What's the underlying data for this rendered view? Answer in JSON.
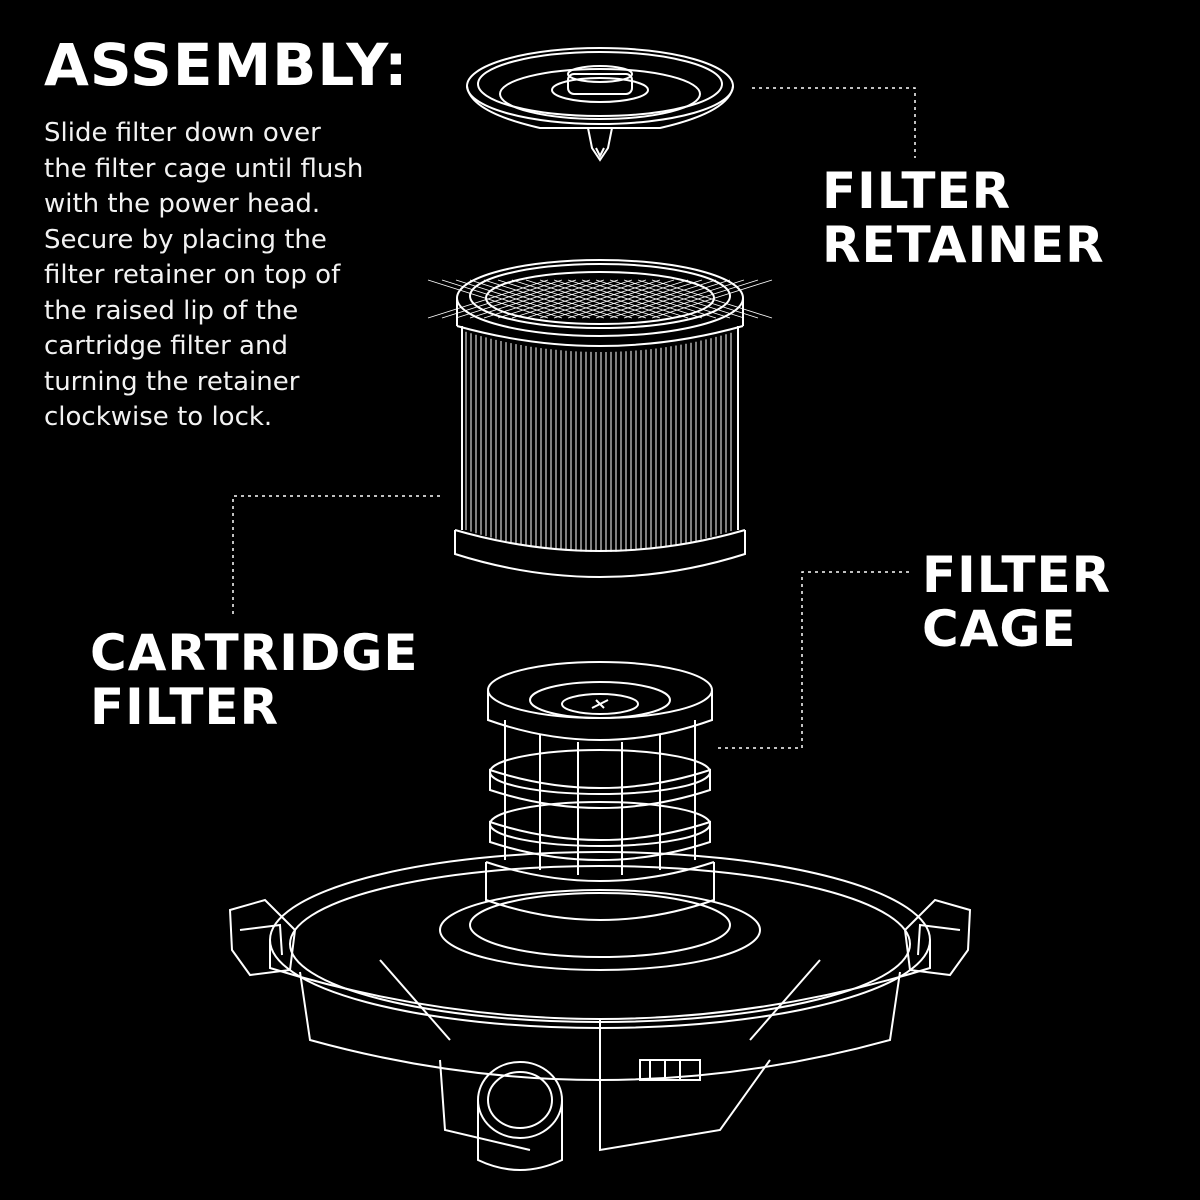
{
  "heading": "ASSEMBLY:",
  "instructions": [
    "Slide filter down over",
    "the filter cage until flush",
    "with the power head.",
    "Secure by placing the",
    "filter retainer on top of",
    "the raised lip of the",
    "cartridge filter and",
    "turning the retainer",
    "clockwise to lock."
  ],
  "labels": {
    "retainer": [
      "FILTER",
      "RETAINER"
    ],
    "cartridge": [
      "CARTRIDGE",
      "FILTER"
    ],
    "cage": [
      "FILTER",
      "CAGE"
    ]
  },
  "colors": {
    "background": "#000000",
    "line": "#ffffff"
  }
}
